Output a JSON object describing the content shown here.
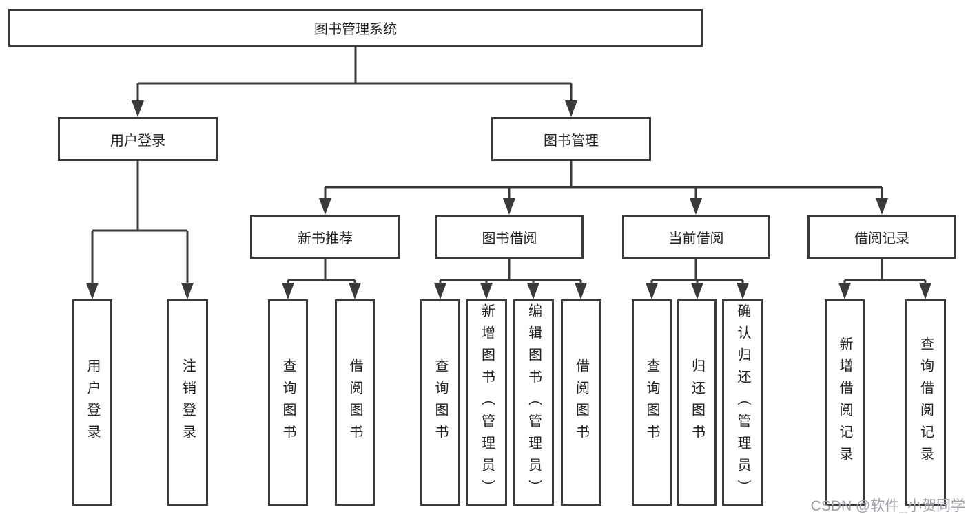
{
  "diagram": {
    "root": {
      "label": "图书管理系统"
    },
    "level2": [
      {
        "label": "用户登录",
        "parent": "图书管理系统"
      },
      {
        "label": "图书管理",
        "parent": "图书管理系统"
      }
    ],
    "level3": [
      {
        "label": "新书推荐",
        "parent": "图书管理"
      },
      {
        "label": "图书借阅",
        "parent": "图书管理"
      },
      {
        "label": "当前借阅",
        "parent": "图书管理"
      },
      {
        "label": "借阅记录",
        "parent": "图书管理"
      }
    ],
    "leaves": [
      {
        "label": "用户登录",
        "parent": "用户登录"
      },
      {
        "label": "注销登录",
        "parent": "用户登录"
      },
      {
        "label": "查询图书",
        "parent": "新书推荐"
      },
      {
        "label": "借阅图书",
        "parent": "新书推荐"
      },
      {
        "label": "查询图书",
        "parent": "图书借阅"
      },
      {
        "label": "新增图书（管理员）",
        "parent": "图书借阅"
      },
      {
        "label": "编辑图书（管理员）",
        "parent": "图书借阅"
      },
      {
        "label": "借阅图书",
        "parent": "图书借阅"
      },
      {
        "label": "查询图书",
        "parent": "当前借阅"
      },
      {
        "label": "归还图书",
        "parent": "当前借阅"
      },
      {
        "label": "确认归还（管理员）",
        "parent": "当前借阅"
      },
      {
        "label": "新增借阅记录",
        "parent": "借阅记录"
      },
      {
        "label": "查询借阅记录",
        "parent": "借阅记录"
      }
    ]
  },
  "watermark": {
    "text": "CSDN @软件_小贺同学"
  },
  "colors": {
    "line": "#3a3a3a",
    "text": "#222222",
    "watermark": "#9da1a8",
    "background": "#ffffff"
  }
}
